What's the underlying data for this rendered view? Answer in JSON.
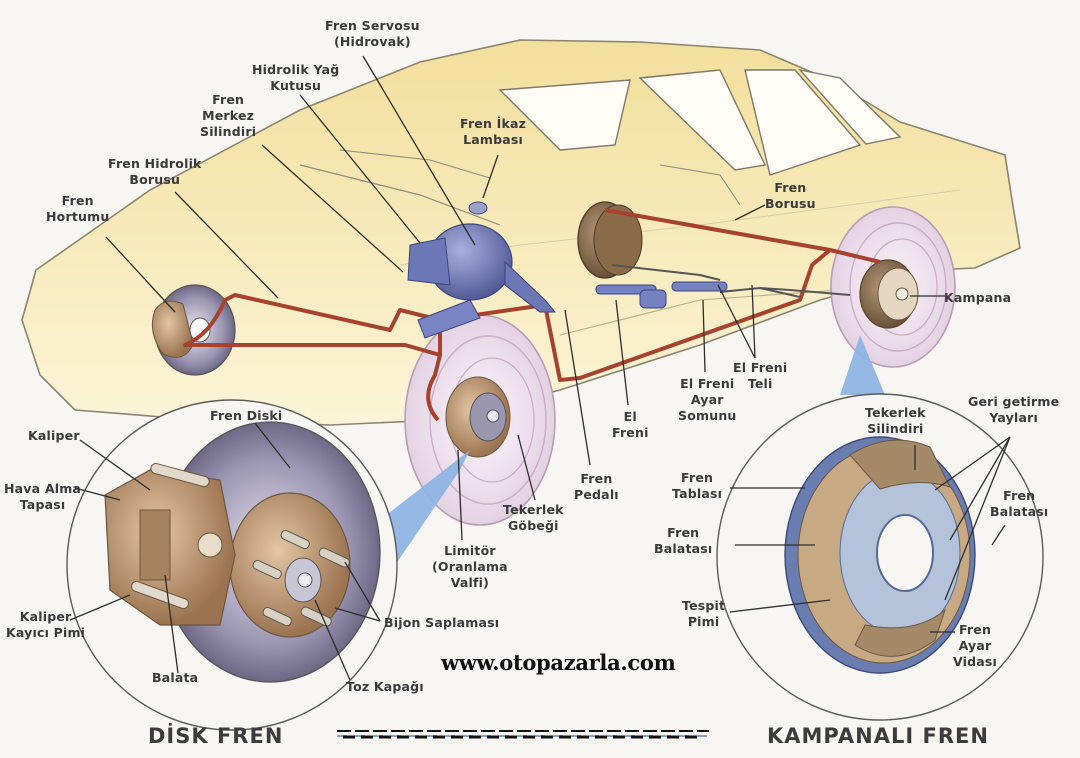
{
  "diagram": {
    "labels": {
      "fren_servosu": "Fren Servosu\n(Hidrovak)",
      "hidrolik_yag_kutusu": "Hidrolik Yağ\nKutusu",
      "fren_merkez_silindiri": "Fren\nMerkez\nSilindiri",
      "fren_ikaz_lambasi": "Fren İkaz\nLambası",
      "fren_hidrolik_borusu": "Fren Hidrolik\nBorusu",
      "fren_hortumu": "Fren\nHortumu",
      "fren_borusu": "Fren\nBorusu",
      "kampana": "Kampana",
      "el_freni_teli": "El Freni\nTeli",
      "el_freni_ayar_somunu": "El Freni\nAyar\nSomunu",
      "el_freni": "El\nFreni",
      "fren_pedali": "Fren\nPedalı",
      "tekerlek_gobegi": "Tekerlek\nGöbeği",
      "limitor": "Limitör\n(Oranlama\nValfi)",
      "fren_diski": "Fren Diski",
      "kaliper": "Kaliper",
      "hava_alma_tapasi": "Hava Alma\nTapası",
      "kaliper_kayici_pimi": "Kaliper\nKayıcı Pimi",
      "balata": "Balata",
      "bijon_saplamasi": "Bijon Saplaması",
      "toz_kapagi": "Toz Kapağı",
      "tekerlek_silindiri": "Tekerlek\nSilindiri",
      "geri_getirme_yaylari": "Geri getirme\nYayları",
      "fren_tablasi": "Fren\nTablası",
      "fren_balatasi_left": "Fren\nBalatası",
      "fren_balatasi_right": "Fren\nBalatası",
      "tespit_pimi": "Tespit\nPimi",
      "fren_ayar_vidasi": "Fren\nAyar\nVidası"
    },
    "titles": {
      "disk_fren": "DİSK FREN",
      "kampanali_fren": "KAMPANALI FREN"
    },
    "watermark": "www.otopazarla.com",
    "colors": {
      "car_body": "#f6e9b4",
      "brake_line": "#a5432f",
      "caliper": "#c49a76",
      "disc": "#b8b4c8",
      "servo": "#6f79b8",
      "callout_blue": "#8fb4e3"
    }
  }
}
